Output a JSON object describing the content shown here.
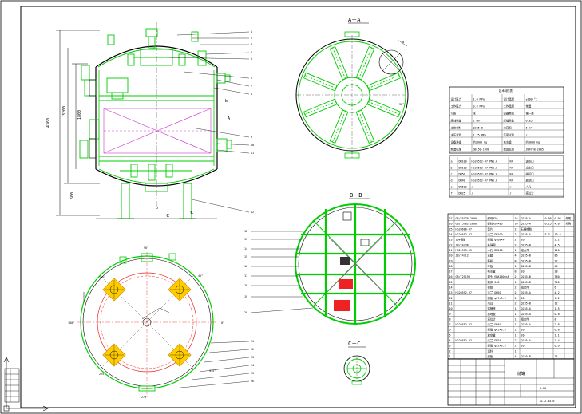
{
  "colors": {
    "vessel": "#00cc00",
    "shell_line": "#000000",
    "cross_hatch": "#cc33cc",
    "support_pad": "#ffcc00",
    "red_block": "#ee2222",
    "dim_line": "#000000",
    "border": "#000000"
  },
  "views": {
    "section_a": "A－A",
    "section_b": "B－B",
    "section_c": "C－C"
  },
  "angles": {
    "a0": "0°",
    "a45": "45°",
    "a90": "90°",
    "a135": "135°",
    "a180": "180°",
    "a225": "225°",
    "a270": "270°",
    "a315": "315°",
    "a30": "30°"
  },
  "marks": {
    "b_upper": "b",
    "b_lower": "b",
    "a_right": "A",
    "c_left": "c",
    "c_right": "c",
    "a_mark": "a"
  },
  "title_block": {
    "drawing_name": "储罐",
    "scale": "1:20",
    "drawing_no": "SL-2-04-0"
  },
  "tech_table": {
    "header": "技术特性表",
    "rows": [
      [
        "设计压力",
        "1.0 MPa",
        "设计温度",
        "≤100 °C"
      ],
      [
        "工作压力",
        "0.8 MPa",
        "工作温度",
        "常温"
      ],
      [
        "介质",
        "水",
        "容器类别",
        "第一类"
      ],
      [
        "腐蚀裕量",
        "1 mm",
        "焊缝系数",
        "0.85"
      ],
      [
        "主体材料",
        "Q235-B",
        "全容积",
        "6 m³"
      ],
      [
        "水压试验",
        "1.25 MPa",
        "气密试验",
        "/"
      ],
      [
        "设备净重",
        "约2000 kg",
        "充水重",
        "约8000 kg"
      ],
      [
        "制造标准",
        "GB150-1998",
        "检验标准",
        "JB4730-2005"
      ]
    ]
  },
  "nozzle_table": {
    "rows": [
      [
        "a",
        "DN100",
        "HG20592-97 PN1.6",
        "RF",
        "进水口"
      ],
      [
        "b",
        "DN100",
        "HG20592-97 PN1.6",
        "RF",
        "出水口"
      ],
      [
        "c",
        "DN50",
        "HG20592-97 PN1.6",
        "RF",
        "排污口"
      ],
      [
        "d",
        "DN40",
        "HG20592-97 PN1.6",
        "RF",
        "放空口"
      ],
      [
        "e",
        "DN500",
        "/",
        "/",
        "人孔"
      ],
      [
        "f",
        "DN25",
        "/",
        "/",
        "液位计"
      ]
    ]
  },
  "parts_list": {
    "rows": [
      [
        "27",
        "GB/T6170-2000",
        "螺母M20",
        "16",
        "Q235-A",
        "0.06",
        "0.96",
        "外购"
      ],
      [
        "26",
        "GB/T5782-2000",
        "螺栓M20×80",
        "16",
        "Q235-A",
        "0.25",
        "4.0",
        "外购"
      ],
      [
        "25",
        "HG20606-97",
        "垫片",
        "2",
        "石棉橡胶",
        "",
        "",
        ""
      ],
      [
        "24",
        "HG20592-97",
        "法兰 DN100",
        "2",
        "Q235-A",
        "5.3",
        "10.6",
        ""
      ],
      [
        "23",
        "10#钢管",
        "接管 φ108×4",
        "2",
        "20",
        "",
        "3.2",
        ""
      ],
      [
        "22",
        "JB/T4736",
        "补强圈",
        "2",
        "Q235-B",
        "",
        "4.5",
        ""
      ],
      [
        "21",
        "HG21515-95",
        "人孔 DN500",
        "1",
        "组合件",
        "",
        "120",
        ""
      ],
      [
        "20",
        "JB/T4712",
        "支腿",
        "4",
        "Q235-B",
        "",
        "86",
        ""
      ],
      [
        "19",
        "",
        "筋板",
        "8",
        "Q235-B",
        "",
        "32",
        ""
      ],
      [
        "18",
        "",
        "环板",
        "1",
        "Q235-B",
        "",
        "45",
        ""
      ],
      [
        "17",
        "",
        "布水管",
        "8",
        "20",
        "",
        "28",
        ""
      ],
      [
        "16",
        "GB/T25198",
        "封头 EHA1600×8",
        "2",
        "Q235-B",
        "",
        "380",
        ""
      ],
      [
        "15",
        "",
        "筒体 δ=8",
        "1",
        "Q235-B",
        "",
        "760",
        ""
      ],
      [
        "14",
        "",
        "视镜",
        "2",
        "组合件",
        "",
        "6",
        ""
      ],
      [
        "13",
        "HG20592-97",
        "法兰 DN50",
        "2",
        "Q235-A",
        "",
        "4.2",
        ""
      ],
      [
        "12",
        "",
        "接管 φ57×3.5",
        "2",
        "20",
        "",
        "1.2",
        ""
      ],
      [
        "11",
        "",
        "吊耳",
        "2",
        "Q235-B",
        "",
        "12",
        ""
      ],
      [
        "10",
        "",
        "铭牌座",
        "1",
        "Q235-A",
        "",
        "1.5",
        ""
      ],
      [
        "9",
        "",
        "接地板",
        "1",
        "Q235-A",
        "",
        "0.8",
        ""
      ],
      [
        "8",
        "",
        "液位计",
        "1",
        "组合件",
        "",
        "8",
        ""
      ],
      [
        "7",
        "HG20592-97",
        "法兰 DN40",
        "1",
        "Q235-A",
        "",
        "2.8",
        ""
      ],
      [
        "6",
        "",
        "接管 φ45×3.5",
        "1",
        "20",
        "",
        "0.8",
        ""
      ],
      [
        "5",
        "",
        "放空管",
        "1",
        "20",
        "",
        "1.1",
        ""
      ],
      [
        "4",
        "HG20592-97",
        "法兰 DN25",
        "2",
        "Q235-A",
        "",
        "2.4",
        ""
      ],
      [
        "3",
        "",
        "接管 φ32×3.5",
        "2",
        "20",
        "",
        "0.6",
        ""
      ],
      [
        "2",
        "",
        "填料",
        "1",
        "",
        "",
        "",
        ""
      ],
      [
        "1",
        "",
        "底板",
        "4",
        "Q235-B",
        "",
        "24",
        ""
      ]
    ]
  },
  "left_dimensions": [
    "3200",
    "1800",
    "600",
    "4360"
  ],
  "leader_numbers": [
    "1",
    "2",
    "3",
    "4",
    "5",
    "6",
    "7",
    "8",
    "9",
    "10",
    "11",
    "12",
    "13",
    "14",
    "15",
    "16",
    "17",
    "18",
    "19",
    "20",
    "21",
    "22",
    "23",
    "24",
    "25",
    "26",
    "27"
  ]
}
